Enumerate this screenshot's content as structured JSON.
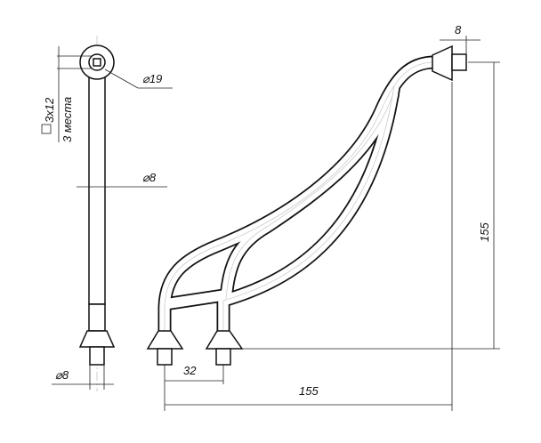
{
  "side_view": {
    "dia_head": "⌀19",
    "dia_rod": "⌀8",
    "dia_bottom": "⌀8",
    "hole_size": "3x12",
    "hole_count": "3 места"
  },
  "front_view": {
    "width": "155",
    "height": "155",
    "leg_spacing": "32",
    "top_stub": "8"
  }
}
